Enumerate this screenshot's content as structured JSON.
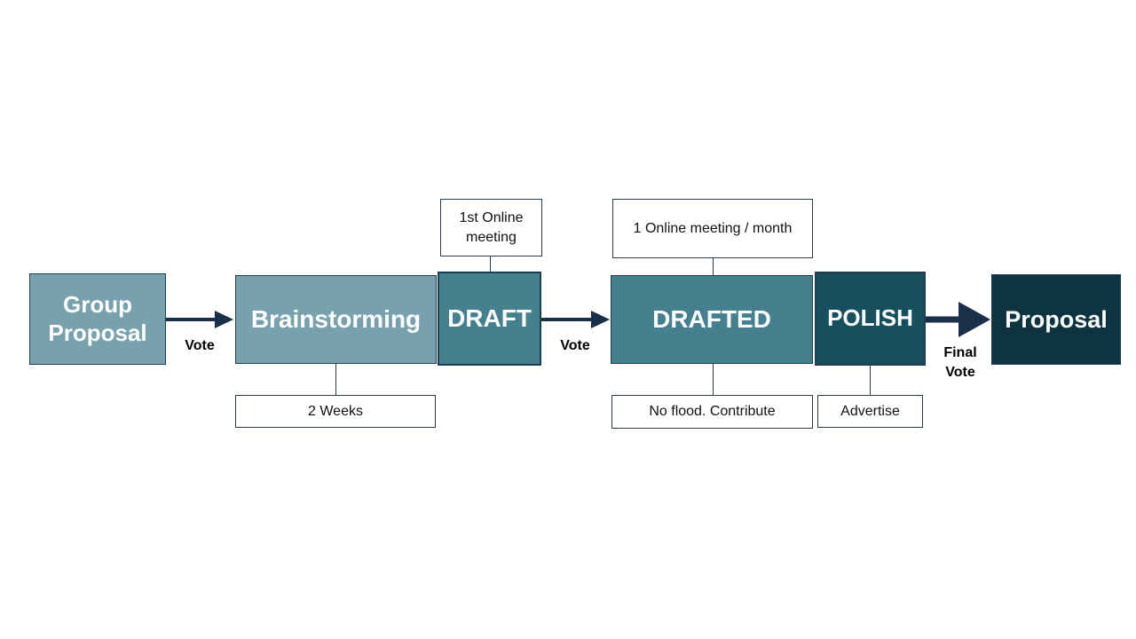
{
  "diagram": {
    "description": "Proposal process flowchart",
    "stages": [
      {
        "id": "group-proposal",
        "label": "Group Proposal"
      },
      {
        "id": "brainstorming",
        "label": "Brainstorming"
      },
      {
        "id": "draft",
        "label": "DRAFT"
      },
      {
        "id": "drafted",
        "label": "DRAFTED"
      },
      {
        "id": "polish",
        "label": "POLISH"
      },
      {
        "id": "proposal",
        "label": "Proposal"
      }
    ],
    "notes": [
      {
        "id": "first-online-meeting",
        "label": "1st Online meeting",
        "attached_to": "draft",
        "position": "above"
      },
      {
        "id": "two-weeks",
        "label": "2 Weeks",
        "attached_to": "brainstorming",
        "position": "below"
      },
      {
        "id": "online-meeting-month",
        "label": "1 Online meeting / month",
        "attached_to": "drafted",
        "position": "above"
      },
      {
        "id": "no-flood",
        "label": "No flood. Contribute",
        "attached_to": "drafted",
        "position": "below"
      },
      {
        "id": "advertise",
        "label": "Advertise",
        "attached_to": "polish",
        "position": "below"
      }
    ],
    "arrows": [
      {
        "id": "vote-1",
        "label": "Vote",
        "from": "group-proposal",
        "to": "brainstorming"
      },
      {
        "id": "vote-2",
        "label": "Vote",
        "from": "draft",
        "to": "drafted"
      },
      {
        "id": "final-vote",
        "label": "Final Vote",
        "from": "polish",
        "to": "proposal"
      }
    ]
  },
  "colors": {
    "stage-light": "#77a2ad",
    "stage-mid": "#45808e",
    "stage-dark": "#16505e",
    "stage-darkest": "#0d3440",
    "box-border": "#1f3f4f",
    "line": "#2a3b4a",
    "arrow": "#1a2f4a"
  }
}
